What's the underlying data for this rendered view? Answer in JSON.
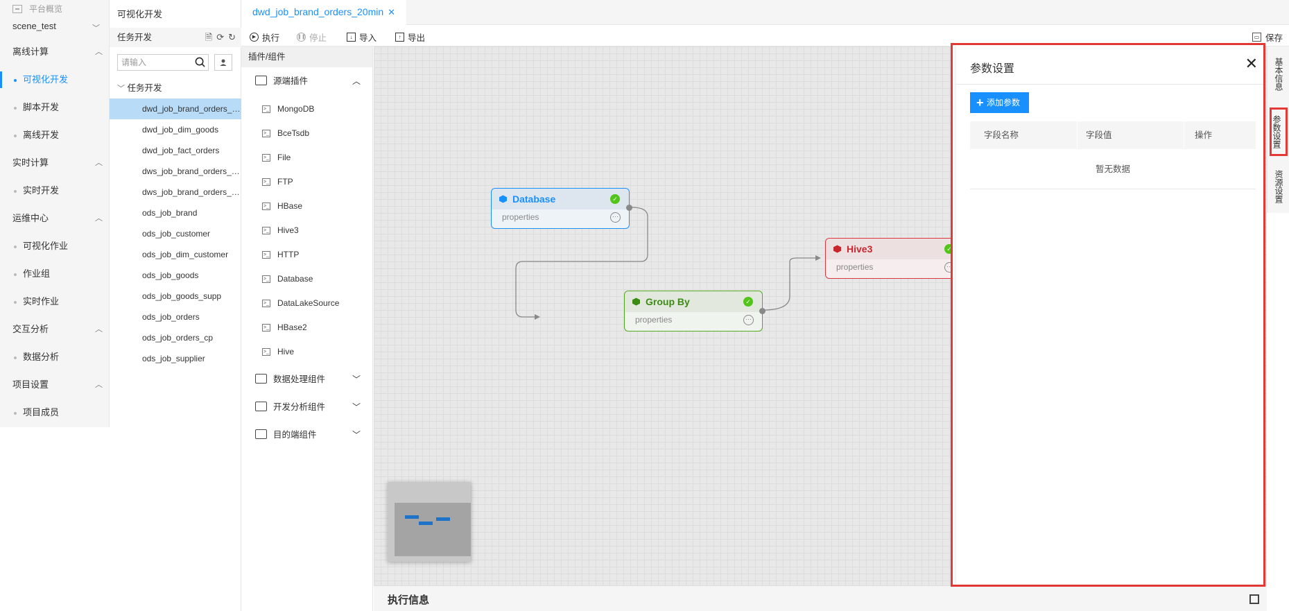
{
  "nav": {
    "overview": "平台概览",
    "project": "scene_test",
    "sections": [
      {
        "label": "离线计算",
        "items": [
          {
            "label": "可视化开发",
            "active": true
          },
          {
            "label": "脚本开发"
          },
          {
            "label": "离线开发"
          }
        ]
      },
      {
        "label": "实时计算",
        "items": [
          {
            "label": "实时开发"
          }
        ]
      },
      {
        "label": "运维中心",
        "items": [
          {
            "label": "可视化作业"
          },
          {
            "label": "作业组"
          },
          {
            "label": "实时作业"
          }
        ]
      },
      {
        "label": "交互分析",
        "items": [
          {
            "label": "数据分析"
          }
        ]
      },
      {
        "label": "项目设置",
        "items": [
          {
            "label": "项目成员"
          }
        ]
      }
    ]
  },
  "tree": {
    "title": "可视化开发",
    "header": "任务开发",
    "search_placeholder": "请输入",
    "folder": "任务开发",
    "nodes": [
      "dwd_job_brand_orders_20min",
      "dwd_job_dim_goods",
      "dwd_job_fact_orders",
      "dws_job_brand_orders_daily",
      "dws_job_brand_orders_hour",
      "ods_job_brand",
      "ods_job_customer",
      "ods_job_dim_customer",
      "ods_job_goods",
      "ods_job_goods_supp",
      "ods_job_orders",
      "ods_job_orders_cp",
      "ods_job_supplier"
    ]
  },
  "tabs": {
    "active": "dwd_job_brand_orders_20min",
    "close": "✕"
  },
  "toolbar": {
    "run": "执行",
    "stop": "停止",
    "import": "导入",
    "export": "导出",
    "save": "保存"
  },
  "plugins": {
    "header": "插件/组件",
    "source_group": "源端插件",
    "source_items": [
      "MongoDB",
      "BceTsdb",
      "File",
      "FTP",
      "HBase",
      "Hive3",
      "HTTP",
      "Database",
      "DataLakeSource",
      "HBase2",
      "Hive"
    ],
    "other_groups": [
      "数据处理组件",
      "开发分析组件",
      "目的端组件"
    ]
  },
  "canvas": {
    "nodes": [
      {
        "title": "Database",
        "sub": "properties",
        "color": "#1890ff"
      },
      {
        "title": "Group By",
        "sub": "properties",
        "color": "#52a821"
      },
      {
        "title": "Hive3",
        "sub": "properties",
        "color": "#d9363e"
      }
    ]
  },
  "exec": {
    "title": "执行信息"
  },
  "params": {
    "title": "参数设置",
    "add": "添加参数",
    "col_name": "字段名称",
    "col_value": "字段值",
    "col_op": "操作",
    "empty": "暂无数据"
  },
  "right_tabs": [
    "基本信息",
    "参数设置",
    "资源设置"
  ],
  "colors": {
    "accent": "#1890ff",
    "highlight": "#e53935"
  }
}
